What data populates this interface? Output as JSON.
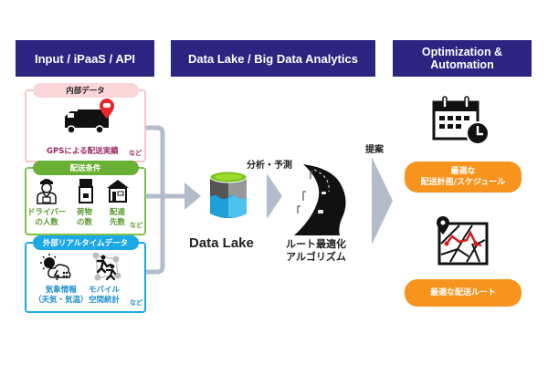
{
  "headers": {
    "input": "Input / iPaaS / API",
    "analytics": "Data Lake / Big Data Analytics",
    "optimization_line1": "Optimization &",
    "optimization_line2": "Automation"
  },
  "input_cards": {
    "internal": {
      "title": "内部データ",
      "items": [
        {
          "icon": "truck-gps-icon",
          "label": "GPSによる配送実績"
        }
      ],
      "etc": "など",
      "color": "#f6c7c9"
    },
    "delivery_conditions": {
      "title": "配送条件",
      "items": [
        {
          "icon": "driver-icon",
          "line1": "ドライバー",
          "line2": "の人数"
        },
        {
          "icon": "package-icon",
          "line1": "荷物",
          "line2": "の数"
        },
        {
          "icon": "house-icon",
          "line1": "配達",
          "line2": "先数"
        }
      ],
      "etc": "など",
      "color": "#6ab035"
    },
    "external_realtime": {
      "title": "外部リアルタイムデータ",
      "items": [
        {
          "icon": "weather-icon",
          "line1": "気象情報",
          "line2": "（天気・気温）"
        },
        {
          "icon": "mobile-people-icon",
          "line1": "モバイル",
          "line2": "空間統計"
        }
      ],
      "etc": "など",
      "color": "#1ca8e6"
    }
  },
  "middle": {
    "data_lake_label": "Data Lake",
    "analysis_label": "分析・予測",
    "algorithm_line1": "ルート最適化",
    "algorithm_line2": "アルゴリズム",
    "proposal_label": "提案"
  },
  "outputs": [
    {
      "icon": "calendar-clock-icon",
      "line1": "最適な",
      "line2": "配送計画/スケジュール"
    },
    {
      "icon": "map-route-icon",
      "line1": "最適な配送ルート"
    }
  ],
  "colors": {
    "header_bg": "#2b2481",
    "arrow": "#b3bccb",
    "output_button": "#f7941d"
  }
}
